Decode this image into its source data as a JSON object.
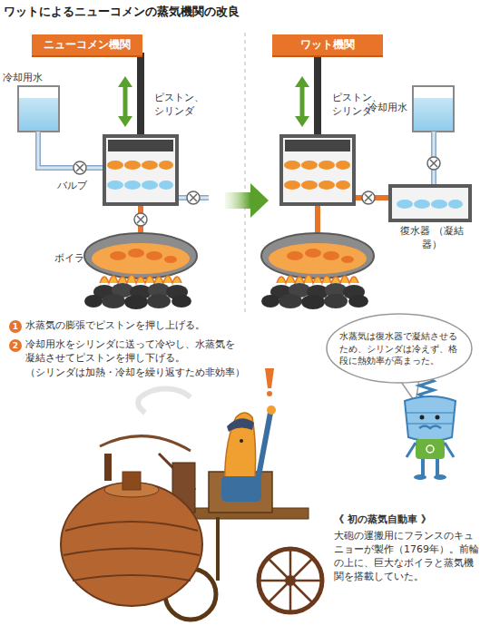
{
  "diagram": {
    "title": "ワットによるニューコメンの蒸気機関の改良",
    "nodes": [
      {
        "text": [
          "ニューコメン機関"
        ]
      },
      {
        "text": [
          "ワット機関"
        ]
      },
      {
        "text": [
          "1"
        ]
      },
      {
        "text": [
          "2"
        ]
      },
      {
        "text": [
          "水蒸気は復水器で凝結させるため、シリンダは冷えず、格段に熱効率が高まった。"
        ]
      }
    ],
    "labels": [
      "冷却用水",
      "ピストン、シリンダ",
      "バルブ",
      "ボイラ",
      "ピストン、シリンダ",
      "冷却用水",
      "復水器 （凝結器）",
      "水蒸気の膨張でピストンを押し上げる。",
      "冷却用水をシリンダに送って冷やし、水蒸気を凝結させてピストンを押し下げる。",
      "（シリンダは加熱・冷却を繰り返すため非効率）",
      "《 初の蒸気自動車 》",
      "大砲の運搬用にフランスのキュニョーが製作（1769年）。前輪の上に、巨大なボイラと蒸気機関を搭載していた。"
    ]
  }
}
